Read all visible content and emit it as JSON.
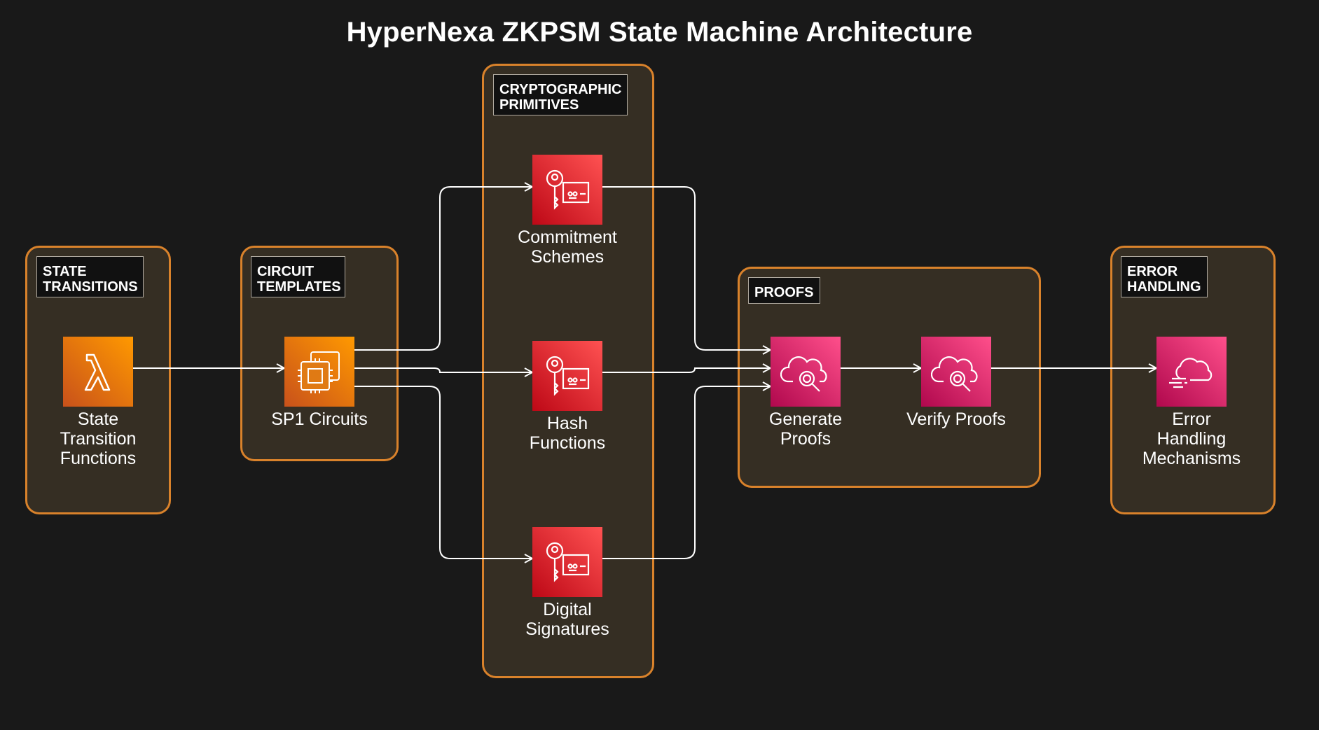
{
  "title": "HyperNexa ZKPSM State Machine Architecture",
  "colors": {
    "background": "#191919",
    "group_fill": "#352e23",
    "group_border": "#d9822b",
    "compute": "#ff9900",
    "security": "#dd344c",
    "management": "#e7157b"
  },
  "groups": {
    "state_transitions": "STATE\nTRANSITIONS",
    "circuit_templates": "CIRCUIT\nTEMPLATES",
    "cryptographic_primitives": "CRYPTOGRAPHIC\nPRIMITIVES",
    "proofs": "PROOFS",
    "error_handling": "ERROR\nHANDLING"
  },
  "nodes": {
    "state_transition_functions": {
      "label": "State\nTransition\nFunctions",
      "icon": "lambda-icon"
    },
    "sp1_circuits": {
      "label": "SP1 Circuits",
      "icon": "chip-icon"
    },
    "commitment_schemes": {
      "label": "Commitment\nSchemes",
      "icon": "key-certificate-icon"
    },
    "hash_functions": {
      "label": "Hash\nFunctions",
      "icon": "key-certificate-icon"
    },
    "digital_signatures": {
      "label": "Digital\nSignatures",
      "icon": "key-certificate-icon"
    },
    "generate_proofs": {
      "label": "Generate\nProofs",
      "icon": "cloud-search-icon"
    },
    "verify_proofs": {
      "label": "Verify Proofs",
      "icon": "cloud-search-icon"
    },
    "error_handling_mechanisms": {
      "label": "Error\nHandling\nMechanisms",
      "icon": "cloud-wind-icon"
    }
  },
  "edges": [
    {
      "from": "State Transition Functions",
      "to": "SP1 Circuits"
    },
    {
      "from": "SP1 Circuits",
      "to": "Commitment Schemes"
    },
    {
      "from": "SP1 Circuits",
      "to": "Hash Functions"
    },
    {
      "from": "SP1 Circuits",
      "to": "Digital Signatures"
    },
    {
      "from": "Commitment Schemes",
      "to": "Generate Proofs"
    },
    {
      "from": "Hash Functions",
      "to": "Generate Proofs"
    },
    {
      "from": "Digital Signatures",
      "to": "Generate Proofs"
    },
    {
      "from": "Generate Proofs",
      "to": "Verify Proofs"
    },
    {
      "from": "Verify Proofs",
      "to": "Error Handling Mechanisms"
    }
  ]
}
